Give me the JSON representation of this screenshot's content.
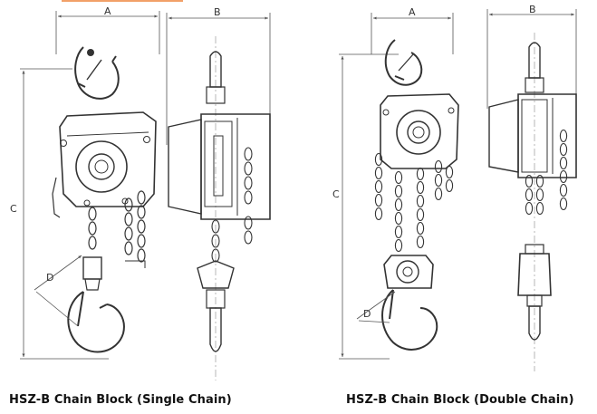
{
  "colors": {
    "line": "#333333",
    "dim": "#555555",
    "accent": "#f2a068",
    "background": "#ffffff"
  },
  "single": {
    "dim_a": "A",
    "dim_b": "B",
    "dim_c": "C",
    "dim_d": "D",
    "caption": "HSZ-B  Chain Block (Single Chain)"
  },
  "double": {
    "dim_a": "A",
    "dim_b": "B",
    "dim_c": "C",
    "dim_d": "D",
    "caption": "HSZ-B  Chain Block (Double Chain)"
  }
}
